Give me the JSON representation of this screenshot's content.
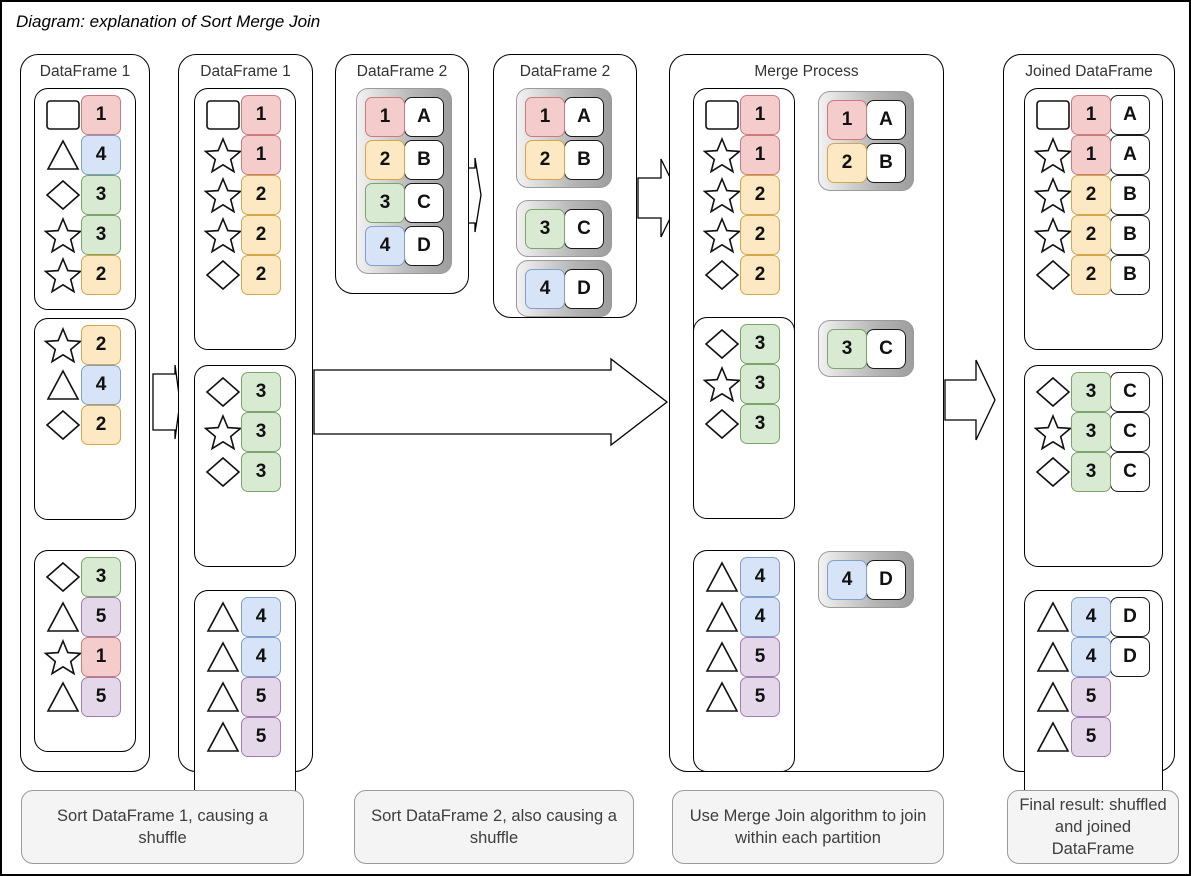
{
  "title": "Diagram: explanation of Sort Merge Join",
  "stages": [
    {
      "id": "df1-unsorted",
      "label": "DataFrame 1"
    },
    {
      "id": "df1-sorted",
      "label": "DataFrame 1"
    },
    {
      "id": "df2-unsorted",
      "label": "DataFrame 2"
    },
    {
      "id": "df2-sorted",
      "label": "DataFrame 2"
    },
    {
      "id": "merge",
      "label": "Merge Process"
    },
    {
      "id": "joined",
      "label": "Joined DataFrame"
    }
  ],
  "captions": [
    {
      "id": "caption-sort-df1",
      "text": "Sort DataFrame 1, causing a shuffle"
    },
    {
      "id": "caption-sort-df2",
      "text": "Sort DataFrame 2, also causing a shuffle"
    },
    {
      "id": "caption-merge",
      "text": "Use Merge Join algorithm to join within each partition"
    },
    {
      "id": "caption-final",
      "text": "Final result: shuffled and joined DataFrame"
    }
  ],
  "df1_unsorted": {
    "partitions": [
      {
        "rows": [
          {
            "shape": "square",
            "key": "1"
          },
          {
            "shape": "triangle",
            "key": "4"
          },
          {
            "shape": "diamond",
            "key": "3"
          },
          {
            "shape": "star",
            "key": "3"
          },
          {
            "shape": "star",
            "key": "2"
          }
        ]
      },
      {
        "rows": [
          {
            "shape": "star",
            "key": "2"
          },
          {
            "shape": "triangle",
            "key": "4"
          },
          {
            "shape": "diamond",
            "key": "2"
          }
        ]
      },
      {
        "rows": [
          {
            "shape": "diamond",
            "key": "3"
          },
          {
            "shape": "triangle",
            "key": "5"
          },
          {
            "shape": "star",
            "key": "1"
          },
          {
            "shape": "triangle",
            "key": "5"
          }
        ]
      }
    ]
  },
  "df1_sorted": {
    "partitions": [
      {
        "rows": [
          {
            "shape": "square",
            "key": "1"
          },
          {
            "shape": "star",
            "key": "1"
          },
          {
            "shape": "star",
            "key": "2"
          },
          {
            "shape": "star",
            "key": "2"
          },
          {
            "shape": "diamond",
            "key": "2"
          }
        ]
      },
      {
        "rows": [
          {
            "shape": "diamond",
            "key": "3"
          },
          {
            "shape": "star",
            "key": "3"
          },
          {
            "shape": "diamond",
            "key": "3"
          }
        ]
      },
      {
        "rows": [
          {
            "shape": "triangle",
            "key": "4"
          },
          {
            "shape": "triangle",
            "key": "4"
          },
          {
            "shape": "triangle",
            "key": "5"
          },
          {
            "shape": "triangle",
            "key": "5"
          }
        ]
      }
    ]
  },
  "df2_unsorted": {
    "partitions": [
      {
        "gray": true,
        "rows": [
          {
            "key": "1",
            "value": "A"
          },
          {
            "key": "2",
            "value": "B"
          },
          {
            "key": "3",
            "value": "C"
          },
          {
            "key": "4",
            "value": "D"
          }
        ]
      }
    ]
  },
  "df2_sorted": {
    "partitions": [
      {
        "gray": true,
        "rows": [
          {
            "key": "1",
            "value": "A"
          },
          {
            "key": "2",
            "value": "B"
          }
        ]
      },
      {
        "gray": true,
        "rows": [
          {
            "key": "3",
            "value": "C"
          }
        ]
      },
      {
        "gray": true,
        "rows": [
          {
            "key": "4",
            "value": "D"
          }
        ]
      }
    ]
  },
  "merge": {
    "partitions": [
      {
        "left": [
          {
            "shape": "square",
            "key": "1"
          },
          {
            "shape": "star",
            "key": "1"
          },
          {
            "shape": "star",
            "key": "2"
          },
          {
            "shape": "star",
            "key": "2"
          },
          {
            "shape": "diamond",
            "key": "2"
          }
        ],
        "right": [
          {
            "key": "1",
            "value": "A"
          },
          {
            "key": "2",
            "value": "B"
          }
        ]
      },
      {
        "left": [
          {
            "shape": "diamond",
            "key": "3"
          },
          {
            "shape": "star",
            "key": "3"
          },
          {
            "shape": "diamond",
            "key": "3"
          }
        ],
        "right": [
          {
            "key": "3",
            "value": "C"
          }
        ]
      },
      {
        "left": [
          {
            "shape": "triangle",
            "key": "4"
          },
          {
            "shape": "triangle",
            "key": "4"
          },
          {
            "shape": "triangle",
            "key": "5"
          },
          {
            "shape": "triangle",
            "key": "5"
          }
        ],
        "right": [
          {
            "key": "4",
            "value": "D"
          }
        ]
      }
    ]
  },
  "joined": {
    "partitions": [
      {
        "rows": [
          {
            "shape": "square",
            "key": "1",
            "value": "A"
          },
          {
            "shape": "star",
            "key": "1",
            "value": "A"
          },
          {
            "shape": "star",
            "key": "2",
            "value": "B"
          },
          {
            "shape": "star",
            "key": "2",
            "value": "B"
          },
          {
            "shape": "diamond",
            "key": "2",
            "value": "B"
          }
        ]
      },
      {
        "rows": [
          {
            "shape": "diamond",
            "key": "3",
            "value": "C"
          },
          {
            "shape": "star",
            "key": "3",
            "value": "C"
          },
          {
            "shape": "diamond",
            "key": "3",
            "value": "C"
          }
        ]
      },
      {
        "rows": [
          {
            "shape": "triangle",
            "key": "4",
            "value": "D"
          },
          {
            "shape": "triangle",
            "key": "4",
            "value": "D"
          },
          {
            "shape": "triangle",
            "key": "5"
          },
          {
            "shape": "triangle",
            "key": "5"
          }
        ]
      }
    ]
  },
  "colors": {
    "key_1": "#f4cccc",
    "key_2": "#fce8c3",
    "key_3": "#d9ead3",
    "key_4": "#d7e4f7",
    "key_5": "#e4d7ea",
    "caption_bg": "#f4f4f4",
    "gray_partition": "#b4b4b4"
  }
}
